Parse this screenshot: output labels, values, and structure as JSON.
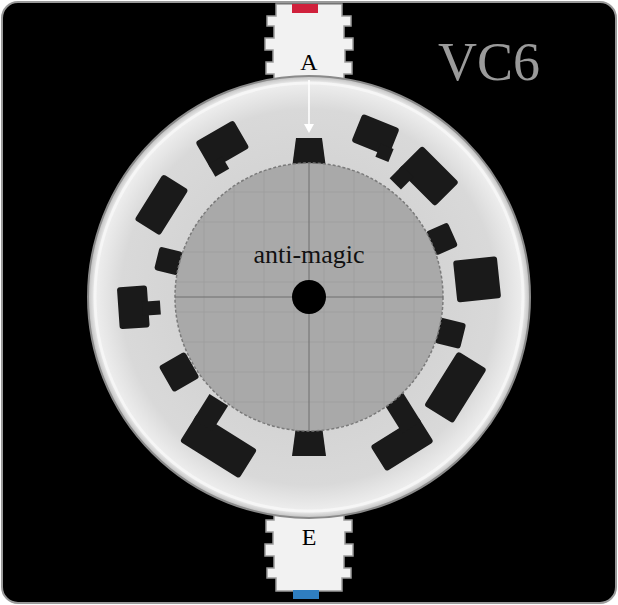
{
  "diagram": {
    "nodes": [
      {
        "text": [
          "anti-magic"
        ]
      }
    ],
    "labels": [
      "A",
      "E",
      "VC6"
    ]
  }
}
